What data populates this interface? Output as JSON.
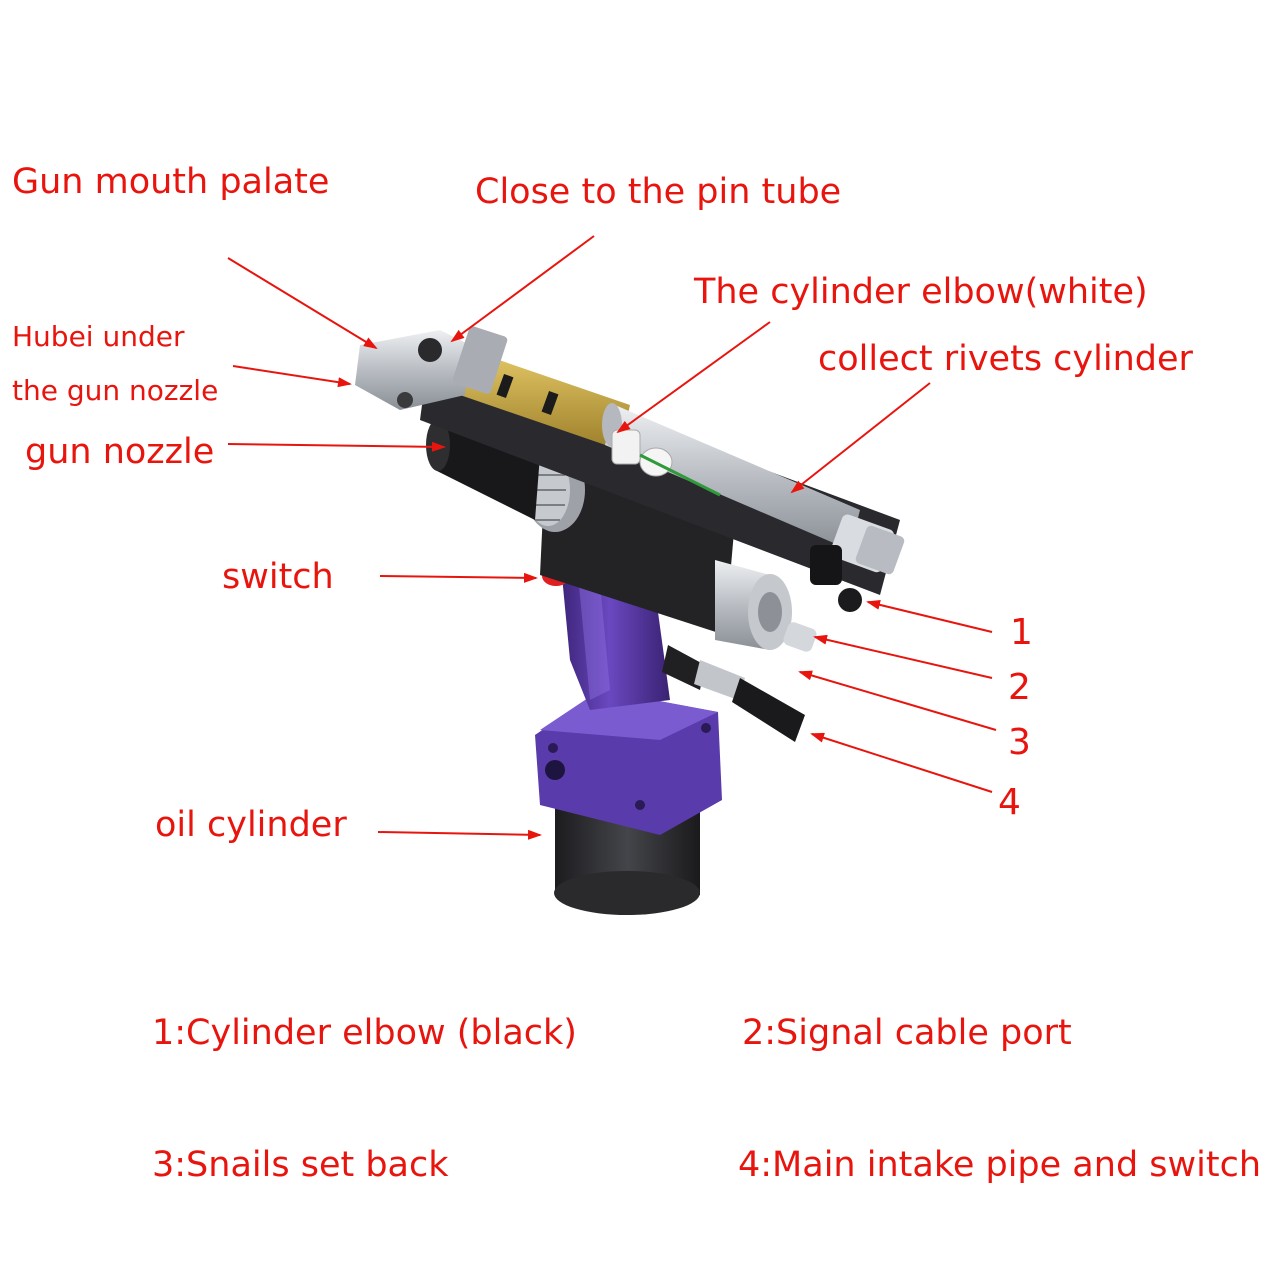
{
  "labels": {
    "gun_mouth_palate": "Gun mouth palate",
    "close_to_pin_tube": "Close to the pin tube",
    "cylinder_elbow_white": "The cylinder elbow(white)",
    "collect_rivets_cylinder": "collect rivets cylinder",
    "hubei_line1": "Hubei under",
    "hubei_line2": "the gun nozzle",
    "gun_nozzle": "gun nozzle",
    "switch": "switch",
    "oil_cylinder": "oil cylinder",
    "n1": "1",
    "n2": "2",
    "n3": "3",
    "n4": "4"
  },
  "legend": {
    "item1": "1:Cylinder elbow (black)",
    "item2": "2:Signal cable port",
    "item3": "3:Snails set back",
    "item4": "4:Main intake pipe and switch"
  },
  "colors": {
    "annotation": "#e8150e",
    "tool_body": "#5b3aa8",
    "metal": "#c9ccd1"
  }
}
